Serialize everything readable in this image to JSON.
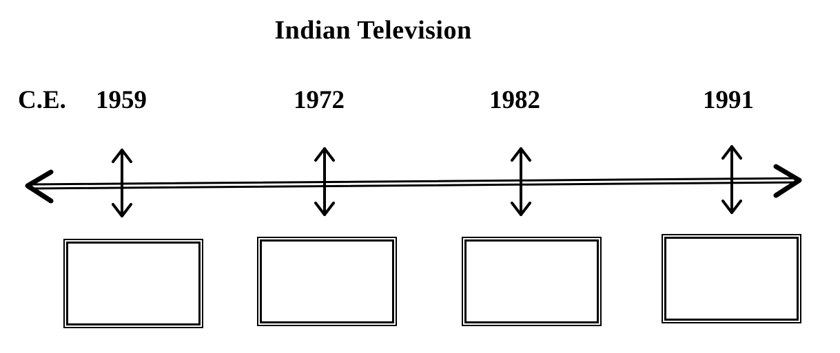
{
  "title": "Indian Television",
  "era_label": "C.E.",
  "years": [
    "1959",
    "1972",
    "1982",
    "1991"
  ],
  "colors": {
    "line": "#000000",
    "background": "#ffffff"
  }
}
